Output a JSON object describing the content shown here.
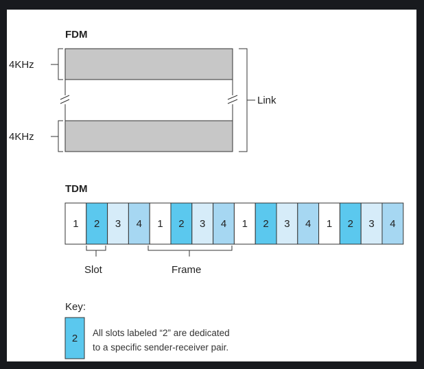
{
  "fdm": {
    "title": "FDM",
    "channel_label_top": "4KHz",
    "channel_label_bottom": "4KHz",
    "link_label": "Link"
  },
  "tdm": {
    "title": "TDM",
    "slots": [
      "1",
      "2",
      "3",
      "4",
      "1",
      "2",
      "3",
      "4",
      "1",
      "2",
      "3",
      "4",
      "1",
      "2",
      "3",
      "4"
    ],
    "slot_label": "Slot",
    "frame_label": "Frame"
  },
  "key": {
    "title": "Key:",
    "sample_slot": "2",
    "line1": "All slots labeled “2” are dedicated",
    "line2": "to a specific sender-receiver pair."
  },
  "colors": {
    "slot1": "#ffffff",
    "slot2": "#5bc8ee",
    "slot3": "#d6ecf9",
    "slot4": "#a6d7f2",
    "band": "#c7c7c7"
  }
}
